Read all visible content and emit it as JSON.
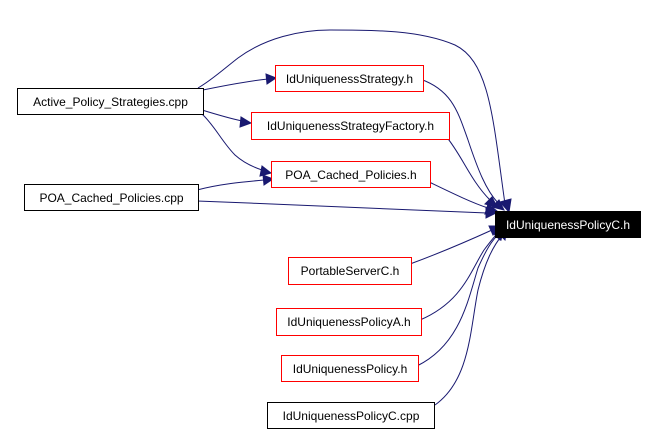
{
  "colors": {
    "edge": "#191970",
    "node_border": "#000000",
    "node_border_linked": "#ff0000",
    "focus_bg": "#000000",
    "focus_text": "#ffffff"
  },
  "nodes": {
    "active_policy_strategies_cpp": "Active_Policy_Strategies.cpp",
    "poa_cached_policies_cpp": "POA_Cached_Policies.cpp",
    "id_uniqueness_strategy_h": "IdUniquenessStrategy.h",
    "id_uniqueness_strategy_factory_h": "IdUniquenessStrategyFactory.h",
    "poa_cached_policies_h": "POA_Cached_Policies.h",
    "id_uniqueness_policy_c_h": "IdUniquenessPolicyC.h",
    "portable_server_c_h": "PortableServerC.h",
    "id_uniqueness_policy_a_h": "IdUniquenessPolicyA.h",
    "id_uniqueness_policy_h": "IdUniquenessPolicy.h",
    "id_uniqueness_policy_c_cpp": "IdUniquenessPolicyC.cpp"
  }
}
